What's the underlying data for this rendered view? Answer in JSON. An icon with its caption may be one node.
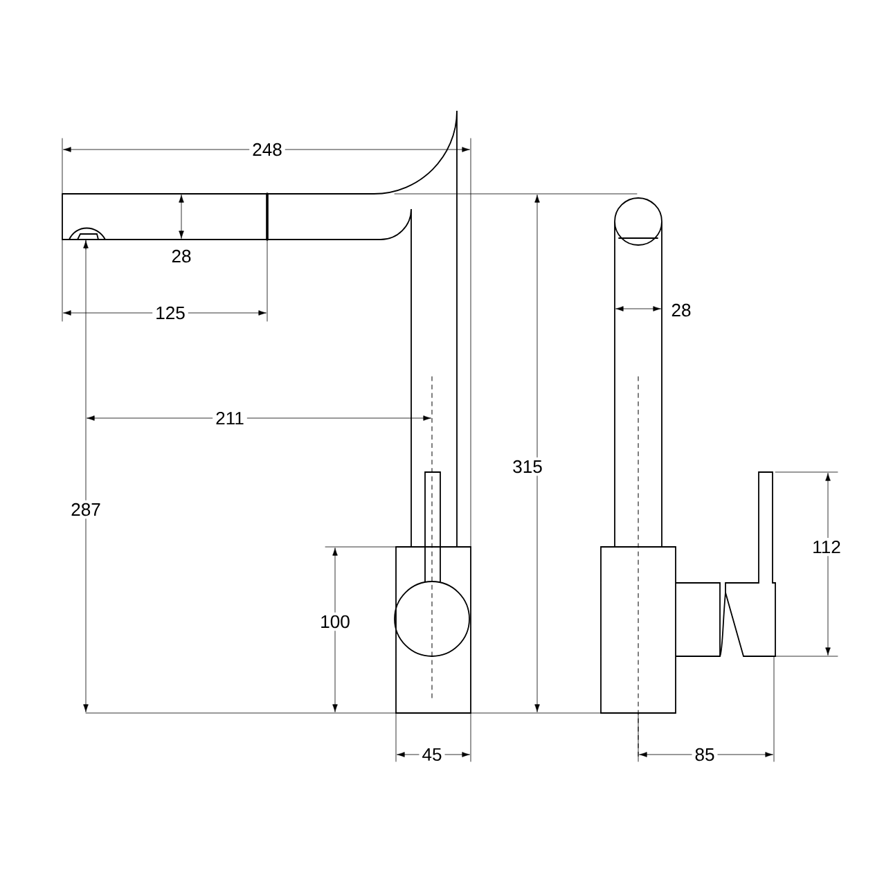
{
  "diagram": {
    "labels": [
      "248",
      "28",
      "125",
      "211",
      "315",
      "28",
      "287",
      "112",
      "100",
      "45",
      "85"
    ]
  }
}
